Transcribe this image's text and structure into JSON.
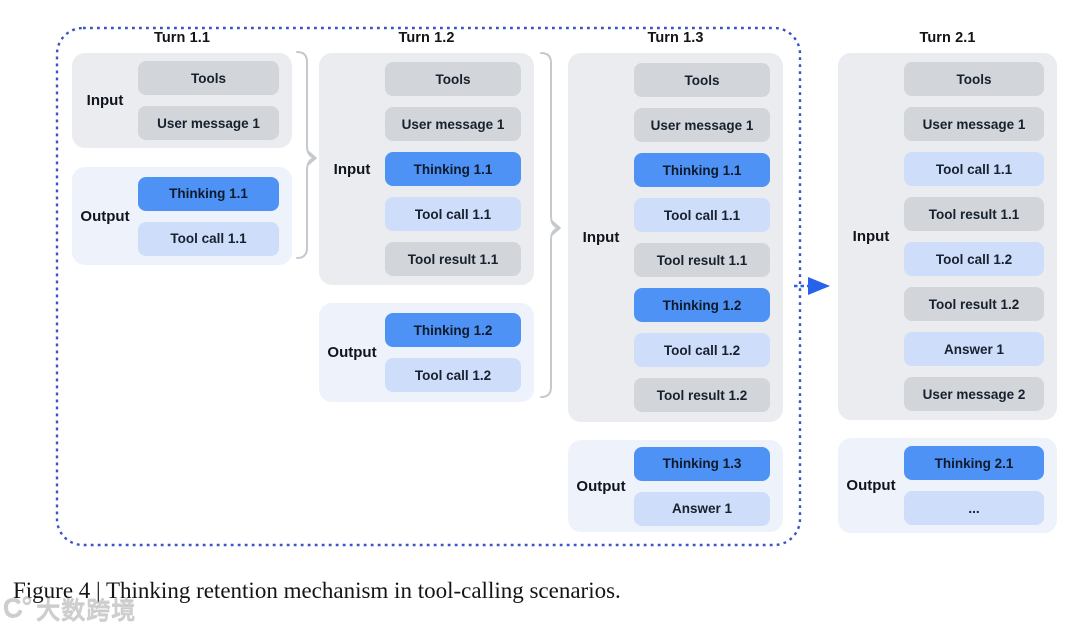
{
  "figure": {
    "caption": "Figure 4 | Thinking retention mechanism in tool-calling scenarios.",
    "watermark_text": "大数跨境",
    "watermark_logo_glyph": "C°"
  },
  "colors": {
    "thinking_blue": "#4E92F6",
    "tool_call_blue": "#CEDDFA",
    "context_gray": "#D2D5D9",
    "input_panel_bg": "#EAECEF",
    "output_panel_bg": "#EEF3FB",
    "dashed_border_blue": "#3B55C4",
    "arrow_blue": "#2663EA",
    "brace_gray": "#C5C9CE",
    "box_text": "#17202E"
  },
  "turns": [
    {
      "title": "Turn 1.1",
      "input": {
        "label": "Input",
        "items": [
          {
            "label": "Tools",
            "type": "context"
          },
          {
            "label": "User message 1",
            "type": "context"
          }
        ]
      },
      "output": {
        "label": "Output",
        "items": [
          {
            "label": "Thinking 1.1",
            "type": "thinking"
          },
          {
            "label": "Tool call 1.1",
            "type": "toolcall"
          }
        ]
      }
    },
    {
      "title": "Turn 1.2",
      "input": {
        "label": "Input",
        "items": [
          {
            "label": "Tools",
            "type": "context"
          },
          {
            "label": "User message 1",
            "type": "context"
          },
          {
            "label": "Thinking 1.1",
            "type": "thinking"
          },
          {
            "label": "Tool call 1.1",
            "type": "toolcall"
          },
          {
            "label": "Tool result 1.1",
            "type": "context"
          }
        ]
      },
      "output": {
        "label": "Output",
        "items": [
          {
            "label": "Thinking 1.2",
            "type": "thinking"
          },
          {
            "label": "Tool call 1.2",
            "type": "toolcall"
          }
        ]
      }
    },
    {
      "title": "Turn 1.3",
      "input": {
        "label": "Input",
        "items": [
          {
            "label": "Tools",
            "type": "context"
          },
          {
            "label": "User message 1",
            "type": "context"
          },
          {
            "label": "Thinking 1.1",
            "type": "thinking"
          },
          {
            "label": "Tool call 1.1",
            "type": "toolcall"
          },
          {
            "label": "Tool result 1.1",
            "type": "context"
          },
          {
            "label": "Thinking 1.2",
            "type": "thinking"
          },
          {
            "label": "Tool call 1.2",
            "type": "toolcall"
          },
          {
            "label": "Tool result 1.2",
            "type": "context"
          }
        ]
      },
      "output": {
        "label": "Output",
        "items": [
          {
            "label": "Thinking 1.3",
            "type": "thinking"
          },
          {
            "label": "Answer 1",
            "type": "toolcall"
          }
        ]
      }
    },
    {
      "title": "Turn 2.1",
      "input": {
        "label": "Input",
        "items": [
          {
            "label": "Tools",
            "type": "context"
          },
          {
            "label": "User message 1",
            "type": "context"
          },
          {
            "label": "Tool call 1.1",
            "type": "toolcall"
          },
          {
            "label": "Tool result 1.1",
            "type": "context"
          },
          {
            "label": "Tool call 1.2",
            "type": "toolcall"
          },
          {
            "label": "Tool result 1.2",
            "type": "context"
          },
          {
            "label": "Answer 1",
            "type": "toolcall"
          },
          {
            "label": "User message 2",
            "type": "context"
          }
        ]
      },
      "output": {
        "label": "Output",
        "items": [
          {
            "label": "Thinking 2.1",
            "type": "thinking"
          },
          {
            "label": "...",
            "type": "toolcall"
          }
        ]
      }
    }
  ]
}
